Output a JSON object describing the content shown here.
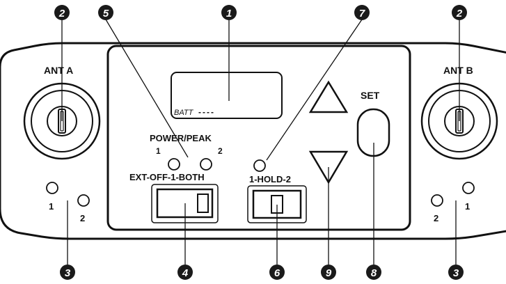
{
  "panel": {
    "ant_a_label": "ANT A",
    "ant_b_label": "ANT B",
    "batt_label": "BATT",
    "batt_value": "----",
    "power_peak_label": "POWER/PEAK",
    "power_peak_left": "1",
    "power_peak_right": "2",
    "ext_switch_label": "EXT-OFF-1-BOTH",
    "hold_switch_label": "1-HOLD-2",
    "set_label": "SET",
    "left_led_1": "1",
    "left_led_2": "2",
    "right_led_2": "2",
    "right_led_1": "1"
  },
  "callouts": {
    "c1": "1",
    "c2_left": "2",
    "c2_right": "2",
    "c3_left": "3",
    "c3_right": "3",
    "c4": "4",
    "c5": "5",
    "c6": "6",
    "c7": "7",
    "c8": "8",
    "c9": "9"
  }
}
